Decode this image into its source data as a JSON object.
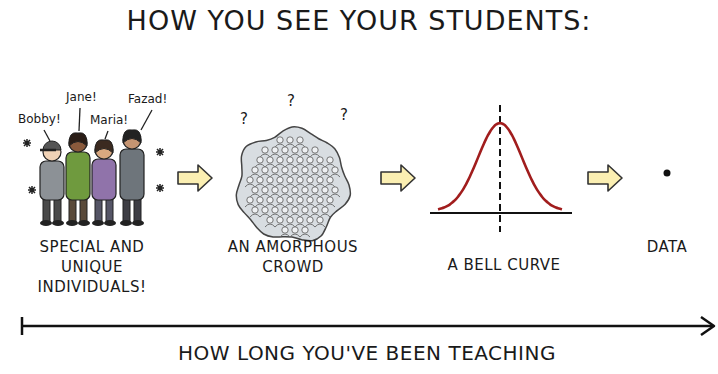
{
  "diagram": {
    "title": "HOW YOU SEE YOUR STUDENTS:",
    "nodes": [
      {
        "text": [
          "SPECIAL AND UNIQUE INDIVIDUALS!"
        ]
      },
      {
        "text": [
          "AN AMORPHOUS CROWD"
        ]
      },
      {
        "text": [
          "A BELL CURVE"
        ]
      },
      {
        "text": [
          "DATA"
        ]
      }
    ],
    "edges": [
      {
        "from": 0,
        "to": 1,
        "arrow": "to"
      },
      {
        "from": 1,
        "to": 2,
        "arrow": "to"
      },
      {
        "from": 2,
        "to": 3,
        "arrow": "to"
      }
    ],
    "labels": [
      "Bobby!",
      "Jane!",
      "Maria!",
      "Fazad!",
      "?",
      "?",
      "?",
      "HOW LONG YOU'VE BEEN TEACHING"
    ]
  }
}
